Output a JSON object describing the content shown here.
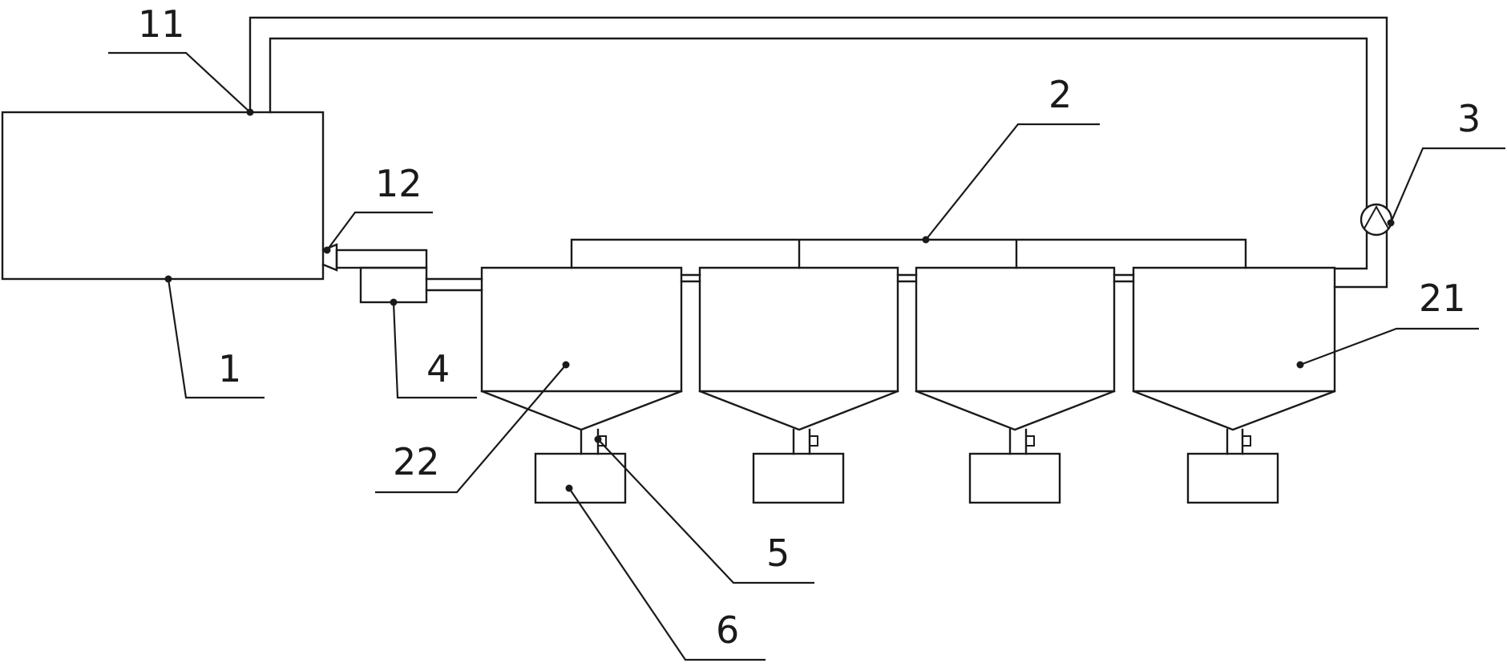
{
  "labels": {
    "tank": "1",
    "settling_group": "2",
    "pump": "3",
    "inlet_box": "4",
    "valve": "5",
    "collector": "6",
    "return_outlet": "11",
    "tank_outlet": "12",
    "hopper_body": "21",
    "hopper_cone": "22"
  }
}
